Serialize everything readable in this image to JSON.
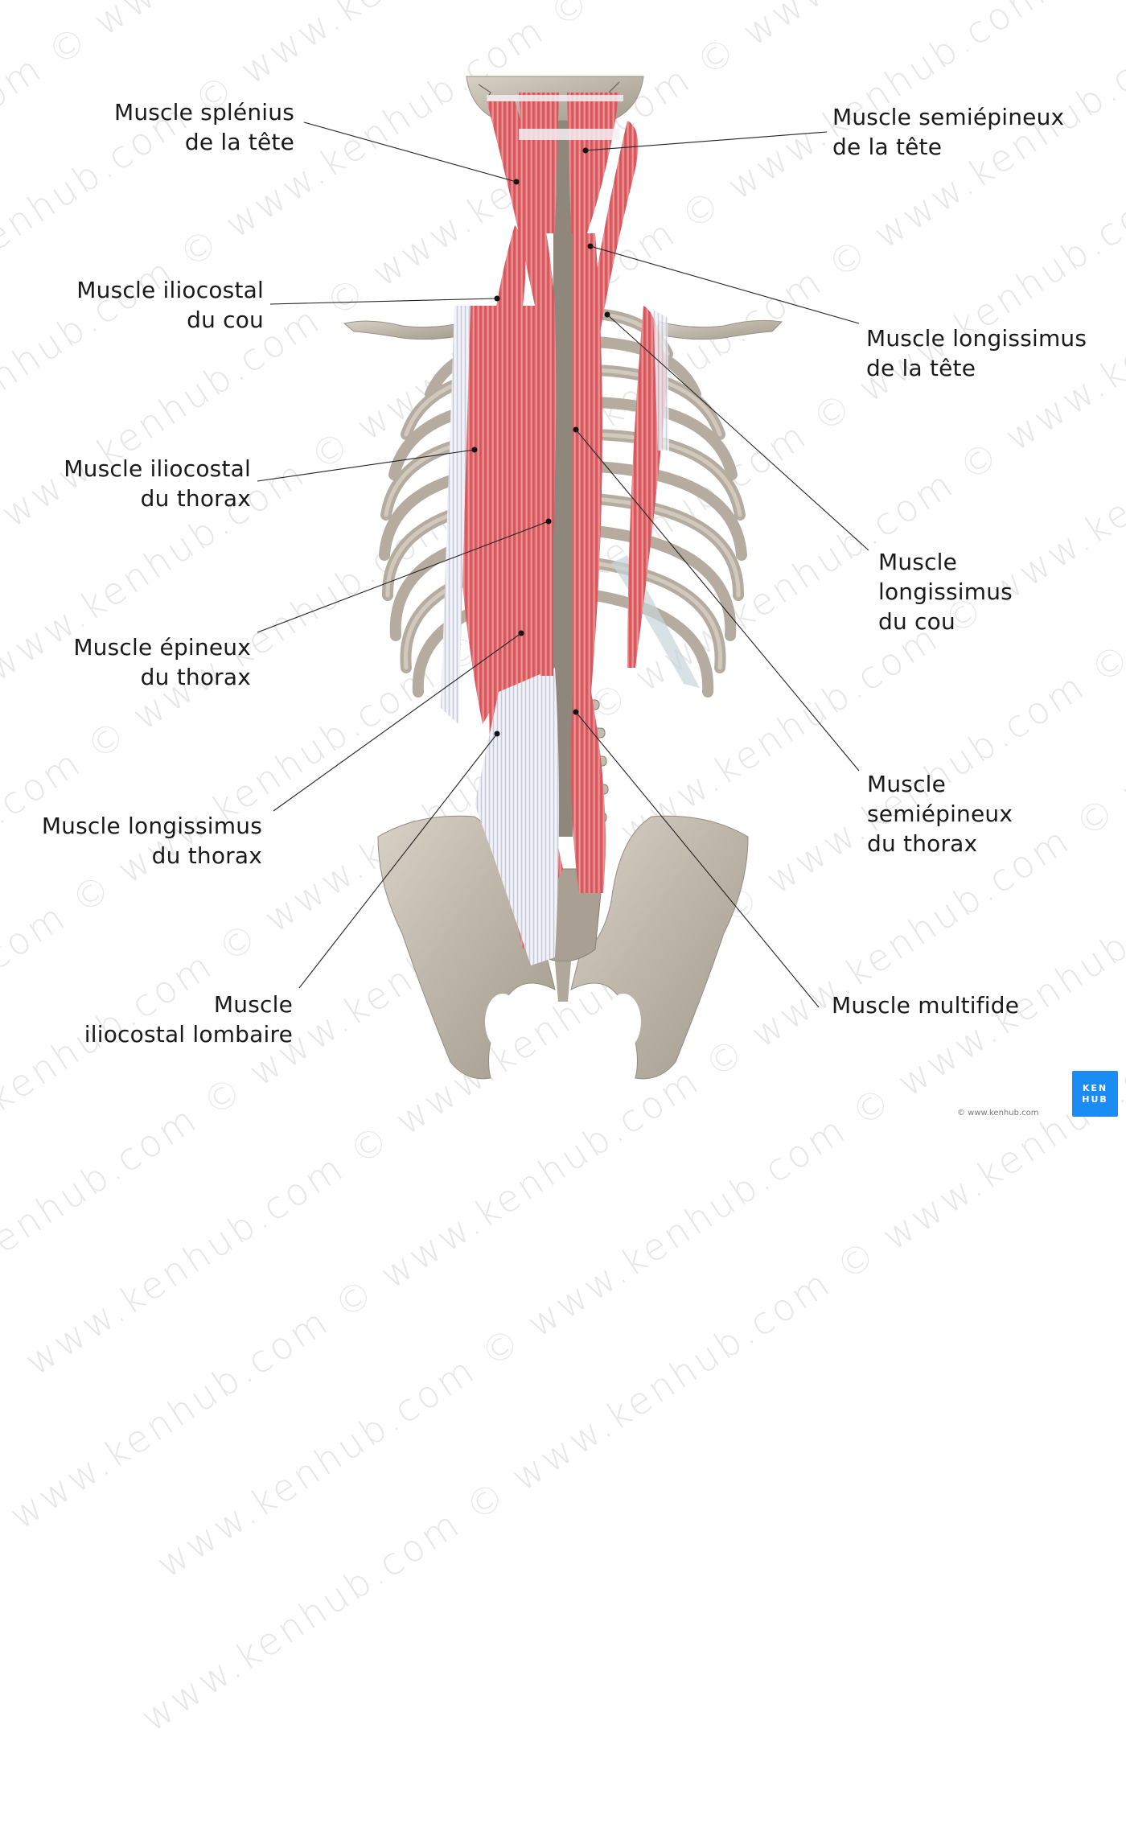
{
  "watermark": {
    "text": "www.kenhub.com © www.kenhub.com © www.kenhub.com © www.kenhub.com © www.kenhub.com ©",
    "color": "#e7e7e7"
  },
  "figure": {
    "subject": "Deep back muscles (erector spinae and transversospinalis), posterior view",
    "colors": {
      "muscle": "#d9565c",
      "muscle_light": "#ea8a8c",
      "tendon": "#e2e3ee",
      "bone": "#c9c1b6",
      "bone_shadow": "#8f877c",
      "cartilage": "#c9d6dc"
    }
  },
  "labels": {
    "splenius_capitis": {
      "line1": "Muscle splénius",
      "line2": "de la tête"
    },
    "iliocostalis_cervicis": {
      "line1": "Muscle iliocostal",
      "line2": "du cou"
    },
    "iliocostalis_thoracis": {
      "line1": "Muscle iliocostal",
      "line2": "du thorax"
    },
    "spinalis_thoracis": {
      "line1": "Muscle épineux",
      "line2": "du thorax"
    },
    "longissimus_thoracis": {
      "line1": "Muscle longissimus",
      "line2": "du thorax"
    },
    "iliocostalis_lumborum": {
      "line1": "Muscle",
      "line2": "iliocostal lombaire"
    },
    "semispinalis_capitis": {
      "line1": "Muscle semiépineux",
      "line2": "de la tête"
    },
    "longissimus_capitis": {
      "line1": "Muscle longissimus",
      "line2": "de la tête"
    },
    "longissimus_cervicis": {
      "line1": "Muscle",
      "line2": "longissimus",
      "line3": "du cou"
    },
    "semispinalis_thoracis": {
      "line1": "Muscle",
      "line2": "semiépineux",
      "line3": "du thorax"
    },
    "multifidus": {
      "line1": "Muscle multifide"
    }
  },
  "footer": {
    "copyright": "© www.kenhub.com",
    "logo_line1": "KEN",
    "logo_line2": "HUB",
    "logo_color": "#1a8cf3"
  }
}
